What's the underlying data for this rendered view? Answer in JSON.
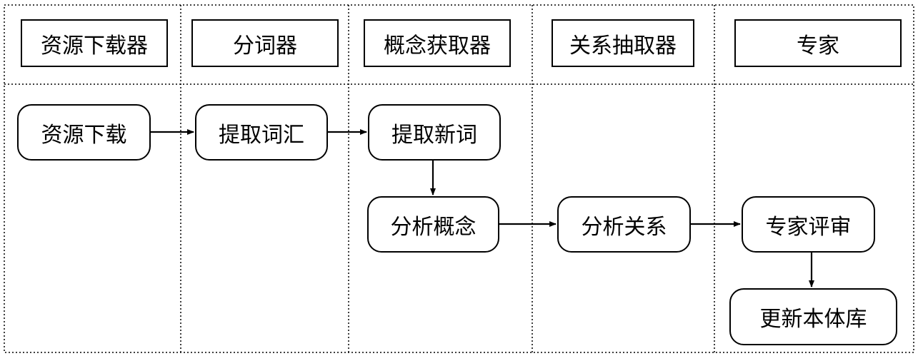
{
  "lanes": [
    {
      "id": "downloader",
      "label": "资源下载器"
    },
    {
      "id": "segmenter",
      "label": "分词器"
    },
    {
      "id": "concept",
      "label": "概念获取器"
    },
    {
      "id": "relation",
      "label": "关系抽取器"
    },
    {
      "id": "expert",
      "label": "专家"
    }
  ],
  "nodes": [
    {
      "id": "download",
      "label": "资源下载"
    },
    {
      "id": "extract-vocab",
      "label": "提取词汇"
    },
    {
      "id": "extract-new",
      "label": "提取新词"
    },
    {
      "id": "analyze-concept",
      "label": "分析概念"
    },
    {
      "id": "analyze-relation",
      "label": "分析关系"
    },
    {
      "id": "expert-review",
      "label": "专家评审"
    },
    {
      "id": "update-ontology",
      "label": "更新本体库"
    }
  ],
  "edges": [
    {
      "from": "download",
      "to": "extract-vocab"
    },
    {
      "from": "extract-vocab",
      "to": "extract-new"
    },
    {
      "from": "extract-new",
      "to": "analyze-concept"
    },
    {
      "from": "analyze-concept",
      "to": "analyze-relation"
    },
    {
      "from": "analyze-relation",
      "to": "expert-review"
    },
    {
      "from": "expert-review",
      "to": "update-ontology"
    }
  ]
}
